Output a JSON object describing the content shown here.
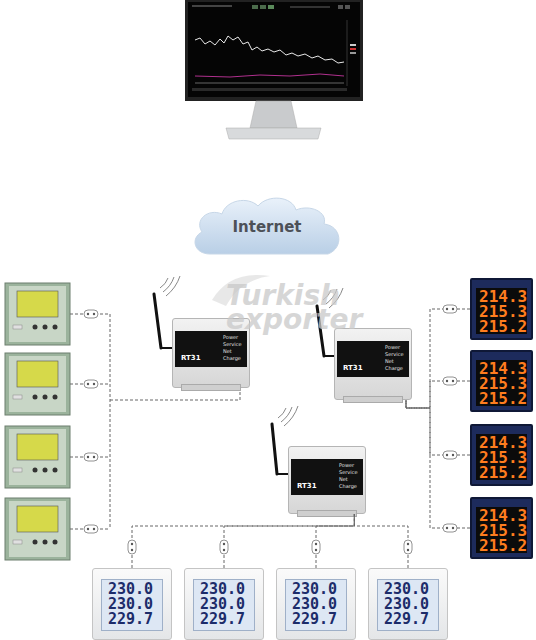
{
  "diagram": {
    "nodes": [
      {
        "text": [
          "Internet"
        ]
      },
      {
        "text": [
          "RT31",
          "Power",
          "Service",
          "Net",
          "Charge"
        ]
      },
      {
        "text": [
          "RT31",
          "Power",
          "Service",
          "Net",
          "Charge"
        ]
      },
      {
        "text": [
          "RT31",
          "Power",
          "Service",
          "Net",
          "Charge"
        ]
      },
      {
        "text": [
          "214.3",
          "215.3",
          "215.2"
        ]
      },
      {
        "text": [
          "214.3",
          "215.3",
          "215.2"
        ]
      },
      {
        "text": [
          "214.3",
          "215.3",
          "215.2"
        ]
      },
      {
        "text": [
          "214.3",
          "215.3",
          "215.2"
        ]
      },
      {
        "text": [
          "230.0",
          "230.0",
          "229.7"
        ]
      },
      {
        "text": [
          "230.0",
          "230.0",
          "229.7"
        ]
      },
      {
        "text": [
          "230.0",
          "230.0",
          "229.7"
        ]
      },
      {
        "text": [
          "230.0",
          "230.0",
          "229.7"
        ]
      }
    ],
    "edges": [
      {
        "from": 4,
        "to": 2,
        "arrow": "none"
      },
      {
        "from": 5,
        "to": 2,
        "arrow": "none"
      },
      {
        "from": 6,
        "to": 2,
        "arrow": "none"
      },
      {
        "from": 7,
        "to": 2,
        "arrow": "none"
      },
      {
        "from": 8,
        "to": 3,
        "arrow": "none"
      },
      {
        "from": 9,
        "to": 3,
        "arrow": "none"
      },
      {
        "from": 10,
        "to": 3,
        "arrow": "none"
      },
      {
        "from": 11,
        "to": 3,
        "arrow": "none"
      }
    ],
    "labels": [
      "Turkish exporter"
    ]
  }
}
